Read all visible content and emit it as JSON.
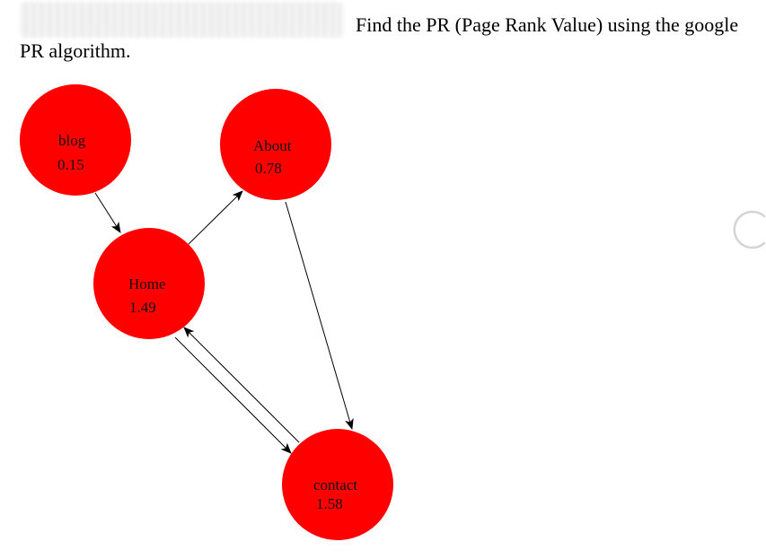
{
  "question": {
    "line1": "Find the PR (Page Rank Value) using the google",
    "line2": "PR algorithm."
  },
  "graph": {
    "node_color": "#ff0000",
    "edge_color": "#000000",
    "nodes": [
      {
        "id": "blog",
        "label": "blog",
        "value": "0.15"
      },
      {
        "id": "about",
        "label": "About",
        "value": "0.78"
      },
      {
        "id": "home",
        "label": "Home",
        "value": "1.49"
      },
      {
        "id": "contact",
        "label": "contact",
        "value": "1.58"
      }
    ],
    "edges": [
      {
        "from": "blog",
        "to": "home"
      },
      {
        "from": "home",
        "to": "about"
      },
      {
        "from": "about",
        "to": "contact"
      },
      {
        "from": "home",
        "to": "contact"
      },
      {
        "from": "contact",
        "to": "home"
      }
    ]
  },
  "icons": {
    "spinner": "loading-spinner-icon"
  }
}
